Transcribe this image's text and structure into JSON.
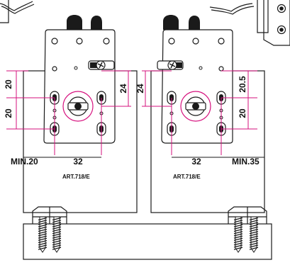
{
  "colors": {
    "line": "#1a1a1a",
    "dimension": "#d6117e",
    "background": "#ffffff",
    "plate_fill": "#ffffff",
    "cutout_fill": "#000000"
  },
  "left_assembly": {
    "article_label": "ART.718/E",
    "dim_vertical_upper": "20",
    "dim_vertical_lower": "20",
    "dim_offset": "24",
    "dim_hole_spacing": "32",
    "dim_min_edge": "MIN.20"
  },
  "right_assembly": {
    "article_label": "ART.718/E",
    "dim_vertical_upper": "20.5",
    "dim_vertical_lower": "20",
    "dim_offset": "24",
    "dim_hole_spacing": "32",
    "dim_min_edge": "MIN.35"
  },
  "icons": {
    "adjust_screw": "phillips-screw-icon",
    "wheel": "roller-wheel-icon",
    "wood_screw": "wood-screw-icon"
  }
}
